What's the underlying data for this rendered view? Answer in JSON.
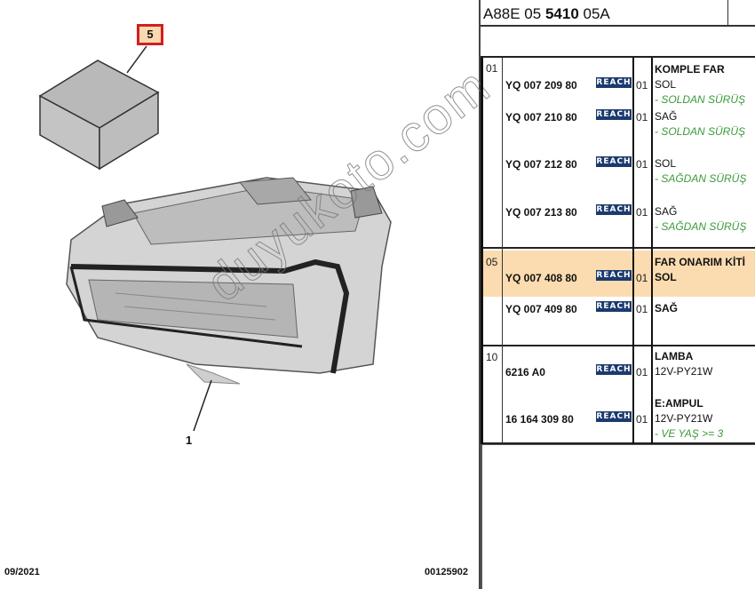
{
  "document": {
    "reference_code_prefix": "A88E 05 ",
    "reference_code_bold": "5410",
    "reference_code_suffix": " 05A",
    "date": "09/2021",
    "illustration_no": "00125902",
    "watermark": "duyukoto.com"
  },
  "illustration": {
    "callouts": [
      {
        "label": "5",
        "part": "box (repair kit)"
      },
      {
        "label": "1",
        "part": "headlamp"
      }
    ]
  },
  "colors": {
    "reach_badge": "#1c3a6e",
    "note_green": "#3a9a3a",
    "highlight_row": "#fbdcb0",
    "callout_border": "#d21f1f",
    "callout_fill": "#fbd9b0"
  },
  "parts": [
    {
      "group": "01",
      "items": [
        {
          "ref": "YQ 007 209 80",
          "badge": "REACH",
          "qty": "01",
          "title": "KOMPLE FAR",
          "variant": "SOL",
          "note": "- SOLDAN SÜRÜŞ"
        },
        {
          "ref": "YQ 007 210 80",
          "badge": "REACH",
          "qty": "01",
          "title": "",
          "variant": "SAĞ",
          "note": "- SOLDAN SÜRÜŞ"
        },
        {
          "ref": "YQ 007 212 80",
          "badge": "REACH",
          "qty": "01",
          "title": "",
          "variant": "SOL",
          "note": "- SAĞDAN SÜRÜŞ"
        },
        {
          "ref": "YQ 007 213 80",
          "badge": "REACH",
          "qty": "01",
          "title": "",
          "variant": "SAĞ",
          "note": "- SAĞDAN SÜRÜŞ"
        }
      ]
    },
    {
      "group": "05",
      "highlighted": true,
      "items": [
        {
          "ref": "YQ 007 408 80",
          "badge": "REACH",
          "qty": "01",
          "title": "FAR ONARIM KİTİ",
          "variant": "SOL",
          "note": ""
        },
        {
          "ref": "YQ 007 409 80",
          "badge": "REACH",
          "qty": "01",
          "title": "",
          "variant": "SAĞ",
          "note": ""
        }
      ]
    },
    {
      "group": "10",
      "items": [
        {
          "ref": "6216 A0",
          "badge": "REACH",
          "qty": "01",
          "title": "LAMBA",
          "variant": "12V-PY21W",
          "note": ""
        },
        {
          "ref": "16 164 309 80",
          "badge": "REACH",
          "qty": "01",
          "title": "E:AMPUL",
          "variant": "12V-PY21W",
          "note": "- VE YAŞ >= 3"
        }
      ]
    }
  ]
}
